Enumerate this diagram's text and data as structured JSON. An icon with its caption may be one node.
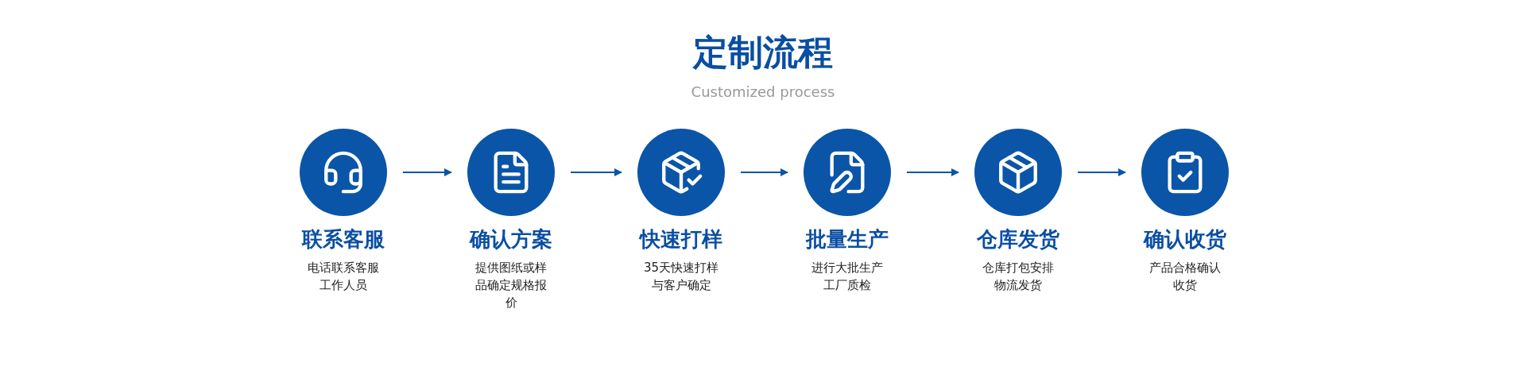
{
  "diagram": {
    "title": "定制流程",
    "caption": "Customized process",
    "nodes": [
      {
        "text": [
          "联系客服",
          "电话联系客服工作人员"
        ]
      },
      {
        "text": [
          "确认方案",
          "提供图纸或样品确定规格报价"
        ]
      },
      {
        "text": [
          "快速打样",
          "35天快速打样与客户确定"
        ]
      },
      {
        "text": [
          "批量生产",
          "进行大批生产工厂质检"
        ]
      },
      {
        "text": [
          "仓库发货",
          "仓库打包安排物流发货"
        ]
      },
      {
        "text": [
          "确认收货",
          "产品合格确认收货"
        ]
      }
    ],
    "edges": [
      {
        "from": 0,
        "to": 1,
        "arrow": "to"
      },
      {
        "from": 1,
        "to": 2,
        "arrow": "to"
      },
      {
        "from": 2,
        "to": 3,
        "arrow": "to"
      },
      {
        "from": 3,
        "to": 4,
        "arrow": "to"
      },
      {
        "from": 4,
        "to": 5,
        "arrow": "to"
      }
    ]
  }
}
